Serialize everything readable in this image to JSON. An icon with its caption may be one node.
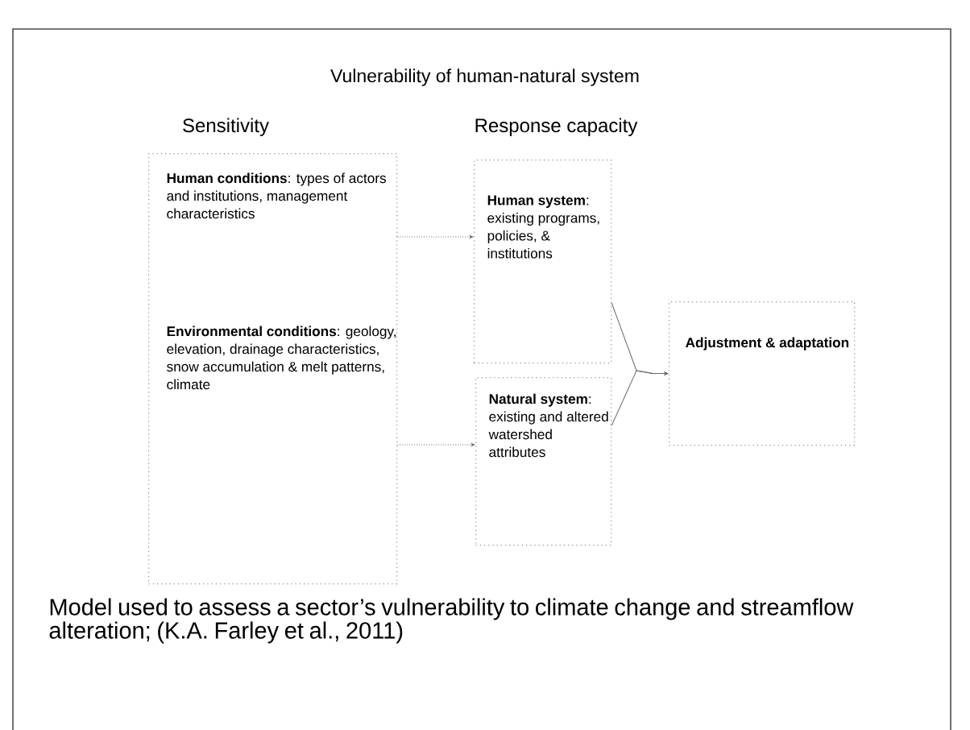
{
  "diagram": {
    "title": "Vulnerability of human-natural system",
    "caption": "Model used to assess a sector’s vulnerability to climate change and streamflow alteration; (K.A. Farley et al., 2011)",
    "nodes": [
      {
        "text": [
          "**Human conditions**: types of actors and institutions, management characteristics",
          "**Environmental conditions**: geology, elevation, drainage characteristics, snow accumulation & melt patterns, climate"
        ]
      },
      {
        "text": [
          "**Human system**: existing programs, policies, & institutions"
        ]
      },
      {
        "text": [
          "**Natural system**: existing and altered watershed attributes"
        ]
      },
      {
        "text": [
          "Adjustment & adaptation"
        ]
      }
    ],
    "edges": [
      {
        "from": 0,
        "to": 1,
        "arrow": "to",
        "style": "dashed"
      },
      {
        "from": 0,
        "to": 2,
        "arrow": "to",
        "style": "dashed"
      },
      {
        "from": 1,
        "to": 3,
        "arrow": "to"
      },
      {
        "from": 2,
        "to": 3,
        "arrow": "to"
      }
    ],
    "labels": [
      "Sensitivity",
      "Response capacity"
    ]
  }
}
